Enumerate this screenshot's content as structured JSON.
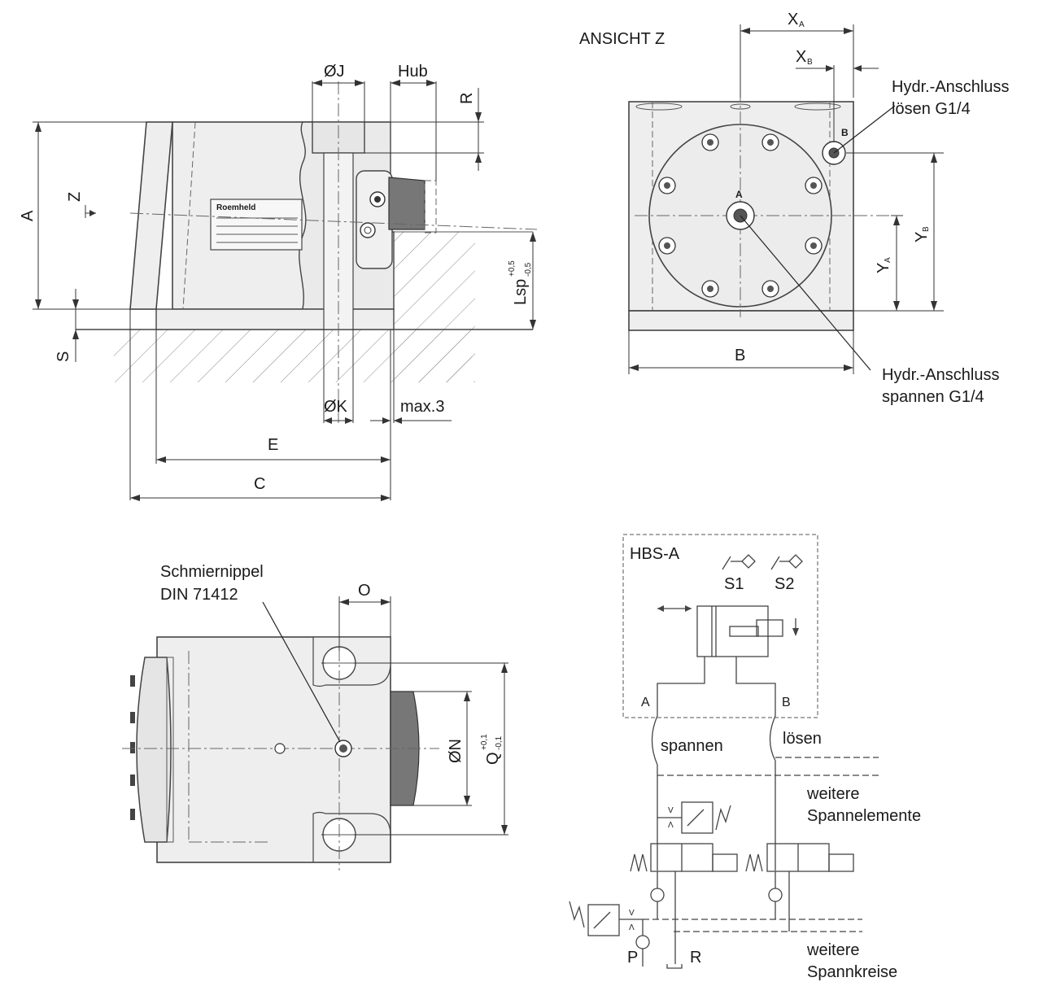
{
  "side_view": {
    "dim_A": "A",
    "dim_Z": "Z",
    "dim_J": "ØJ",
    "dim_Hub": "Hub",
    "dim_R": "R",
    "dim_Lsp": "Lsp",
    "dim_Lsp_tol_upper": "+0,5",
    "dim_Lsp_tol_lower": "-0,5",
    "dim_S": "S",
    "dim_K": "ØK",
    "dim_max3": "max.3",
    "dim_E": "E",
    "dim_C": "C",
    "nameplate_brand": "Roemheld"
  },
  "view_z": {
    "title": "ANSICHT Z",
    "dim_XA": "X",
    "dim_XA_sub": "A",
    "dim_XB": "X",
    "dim_XB_sub": "B",
    "dim_YA": "Y",
    "dim_YA_sub": "A",
    "dim_YB": "Y",
    "dim_YB_sub": "B",
    "dim_B": "B",
    "port_A": "A",
    "port_B": "B",
    "release_port_line1": "Hydr.-Anschluss",
    "release_port_line2": "lösen G1/4",
    "clamp_port_line1": "Hydr.-Anschluss",
    "clamp_port_line2": "spannen G1/4"
  },
  "top_view": {
    "nipple_line1": "Schmiernippel",
    "nipple_line2": "DIN 71412",
    "dim_O": "O",
    "dim_N": "ØN",
    "dim_Q": "Q",
    "dim_Q_tol_upper": "+0,1",
    "dim_Q_tol_lower": "-0,1"
  },
  "schematic": {
    "box_title": "HBS-A",
    "switch_1": "S1",
    "switch_2": "S2",
    "port_A": "A",
    "port_B": "B",
    "label_clamp": "spannen",
    "label_release": "lösen",
    "more_elements_line1": "weitere",
    "more_elements_line2": "Spannelemente",
    "port_P": "P",
    "port_R": "R",
    "more_circuits_line1": "weitere",
    "more_circuits_line2": "Spannkreise",
    "valve_V": "V",
    "valve_lambda": "Λ"
  }
}
